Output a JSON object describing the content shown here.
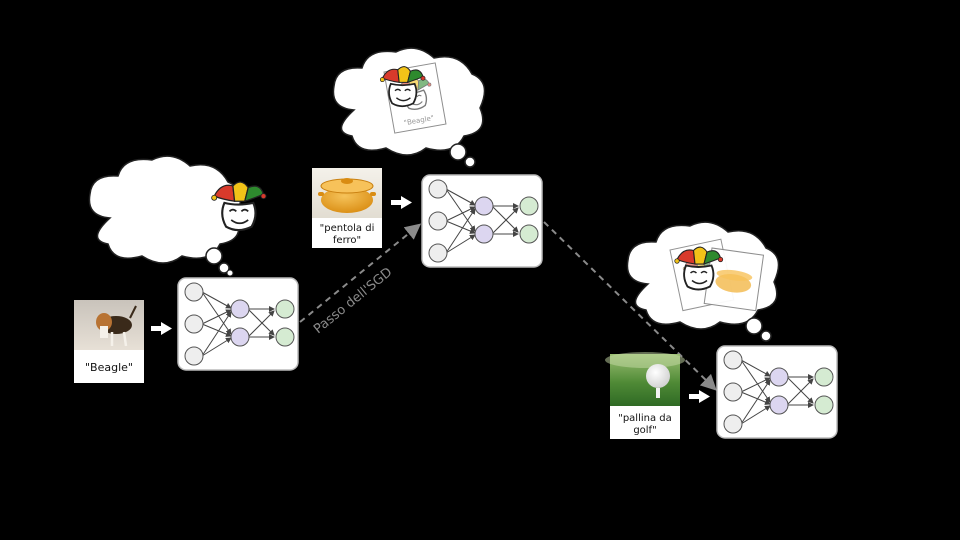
{
  "stages": [
    {
      "caption_lines": [
        "\"Beagle\""
      ],
      "image": "beagle-photo"
    },
    {
      "caption_lines": [
        "\"pentola di",
        "ferro\""
      ],
      "image": "dutch-oven-photo"
    },
    {
      "caption_lines": [
        "\"pallina da",
        "golf\""
      ],
      "image": "golf-ball-photo"
    }
  ],
  "thought_labels": {
    "beagle_card": "\"Beagle\""
  },
  "sgd_label": "Passo dell'SGD",
  "colors": {
    "background": "#000000",
    "input_node": "#eeeeee",
    "hidden_node": "#dcd6f0",
    "output_node": "#d5ebd2",
    "network_box": "#ffffff",
    "jester_red": "#d83a2b",
    "jester_yellow": "#f2c318",
    "jester_green": "#2e8a2e"
  }
}
